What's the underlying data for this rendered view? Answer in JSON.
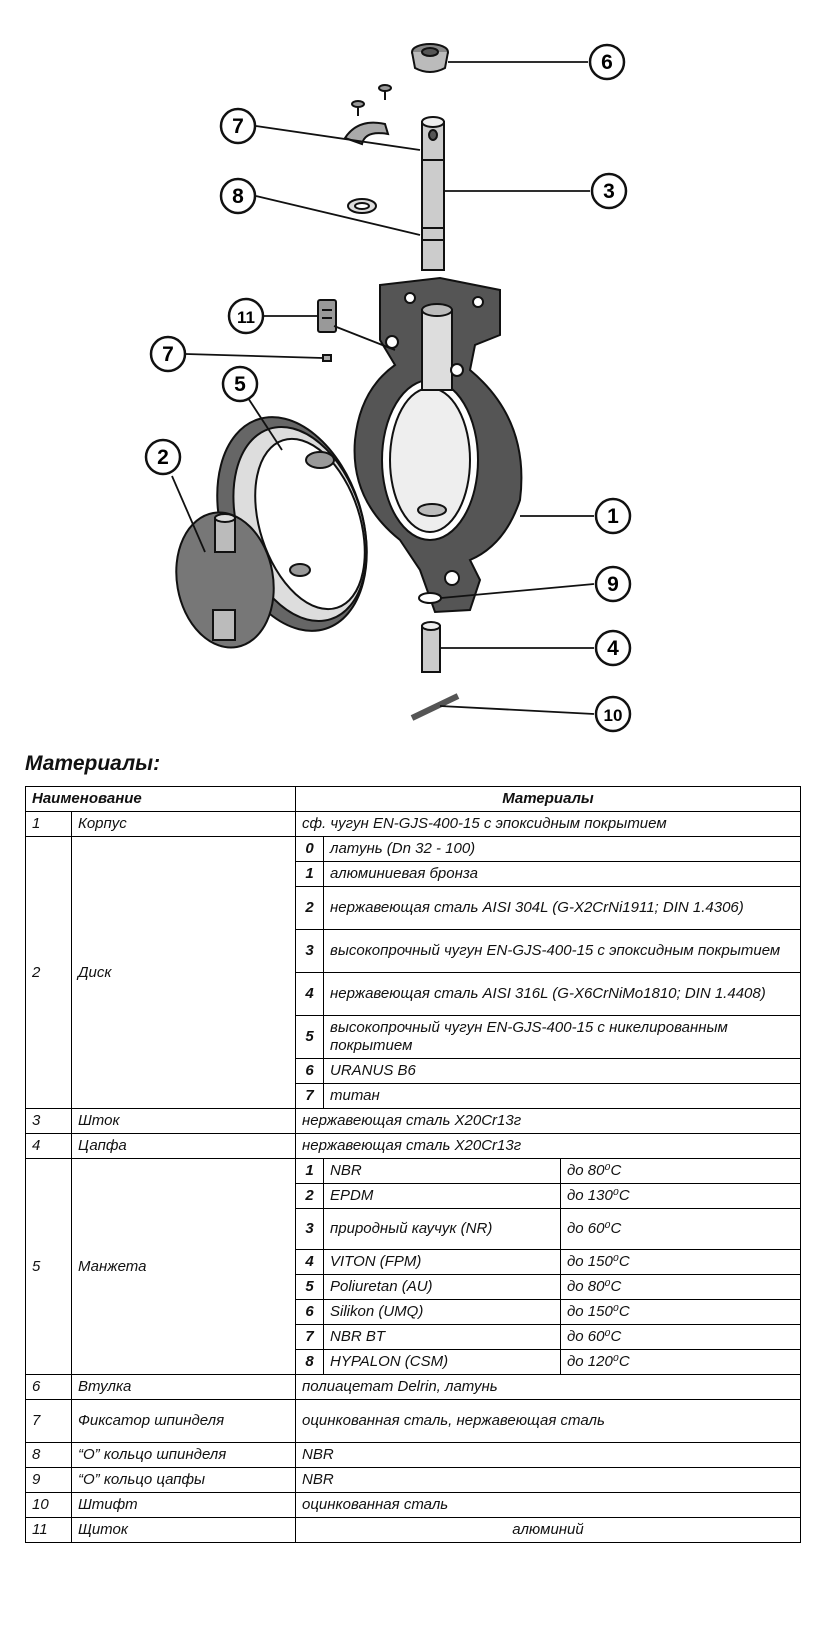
{
  "drawing": {
    "callouts": [
      "6",
      "7",
      "3",
      "8",
      "11",
      "7",
      "5",
      "2",
      "1",
      "9",
      "4",
      "10"
    ]
  },
  "materials": {
    "title": "Материалы:",
    "header_name": "Наименование",
    "header_materials": "Материалы",
    "rows": [
      {
        "num": "1",
        "name": "Корпус",
        "material": "сф. чугун EN-GJS-400-15 с эпоксидным покрытием"
      },
      {
        "num": "2",
        "name": "Диск",
        "options": [
          {
            "code": "0",
            "text": "латунь (Dn 32 - 100)"
          },
          {
            "code": "1",
            "text": "алюминиевая бронза"
          },
          {
            "code": "2",
            "text": "нержавеющая сталь AISI 304L  (G-X2CrNi1911; DIN 1.4306)"
          },
          {
            "code": "3",
            "text": "высокопрочный чугун EN-GJS-400-15 с эпоксидным покрытием"
          },
          {
            "code": "4",
            "text": "нержавеющая сталь AISI 316L (G-X6CrNiMo1810; DIN 1.4408)"
          },
          {
            "code": "5",
            "text": "высокопрочный чугун EN-GJS-400-15 с никелированным покрытием"
          },
          {
            "code": "6",
            "text": "URANUS B6"
          },
          {
            "code": "7",
            "text": "титан"
          }
        ]
      },
      {
        "num": "3",
        "name": "Шток",
        "material": "нержавеющая сталь X20Cr13г"
      },
      {
        "num": "4",
        "name": "Цапфа",
        "material": "нержавеющая сталь X20Cr13г"
      },
      {
        "num": "5",
        "name": "Манжета",
        "options": [
          {
            "code": "1",
            "text": "NBR",
            "temp": "до 80⁰C"
          },
          {
            "code": "2",
            "text": "EPDM",
            "temp": "до 130⁰C"
          },
          {
            "code": "3",
            "text": "природный каучук (NR)",
            "temp": "до 60⁰C"
          },
          {
            "code": "4",
            "text": "VITON (FPM)",
            "temp": "до 150⁰C"
          },
          {
            "code": "5",
            "text": "Poliuretan (AU)",
            "temp": "до 80⁰C"
          },
          {
            "code": "6",
            "text": "Silikon (UMQ)",
            "temp": "до 150⁰C"
          },
          {
            "code": "7",
            "text": "NBR BT",
            "temp": "до 60⁰C"
          },
          {
            "code": "8",
            "text": "HYPALON (CSM)",
            "temp": "до 120⁰C"
          }
        ]
      },
      {
        "num": "6",
        "name": "Втулка",
        "material": "полиацетат Delrin, латунь"
      },
      {
        "num": "7",
        "name": "Фиксатор шпинделя",
        "material": "оцинкованная сталь, нержавеющая сталь"
      },
      {
        "num": "8",
        "name": "“О” кольцо шпинделя",
        "material": "NBR"
      },
      {
        "num": "9",
        "name": "“О” кольцо цапфы",
        "material": "NBR"
      },
      {
        "num": "10",
        "name": "Штифт",
        "material": "оцинкованная сталь"
      },
      {
        "num": "11",
        "name": "Щиток",
        "material": "алюминий"
      }
    ]
  }
}
